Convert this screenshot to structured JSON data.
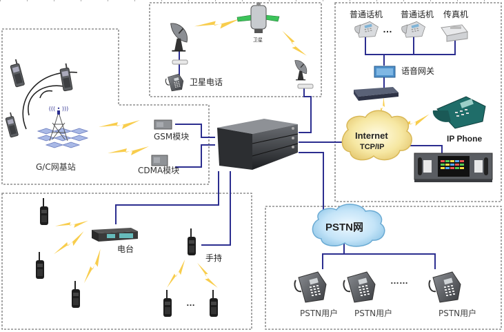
{
  "diagram": {
    "type": "network-topology",
    "center_device": "dispatch-switch",
    "zones": [
      {
        "id": "mobile",
        "label": "G/C网基站",
        "items": [
          "GSM模块",
          "CDMA模块"
        ]
      },
      {
        "id": "satellite",
        "items": [
          "卫星",
          "卫星电话"
        ]
      },
      {
        "id": "voip",
        "items": [
          "普通话机",
          "普通话机",
          "传真机",
          "语音网关",
          "IP Phone"
        ]
      },
      {
        "id": "radio",
        "items": [
          "电台",
          "手持"
        ]
      },
      {
        "id": "pstn",
        "items": [
          "PSTN网",
          "PSTN用户",
          "PSTN用户",
          "PSTN用户"
        ]
      }
    ]
  },
  "labels": {
    "base_station": "G/C网基站",
    "gsm_module": "GSM模块",
    "cdma_module": "CDMA模块",
    "satellite": "卫星",
    "satellite_phone": "卫星电话",
    "phone1": "普通话机",
    "phone2": "普通话机",
    "fax": "传真机",
    "voice_gateway": "语音网关",
    "ellipsis3": "…",
    "internet_line1": "Internet",
    "internet_line2": "TCP/IP",
    "ip_phone": "IP Phone",
    "radio_station": "电台",
    "handheld": "手持",
    "handheld_ellipsis": "…",
    "pstn_cloud": "PSTN网",
    "pstn_user1": "PSTN用户",
    "pstn_user2": "PSTN用户",
    "pstn_user3": "PSTN用户",
    "pstn_ellipsis": "……"
  },
  "colors": {
    "link": "#2b2d8f",
    "wireless": "#f5c842",
    "border": "#777777",
    "cloud_internet": "#f3e7a6",
    "cloud_pstn": "#bfe2f7"
  }
}
